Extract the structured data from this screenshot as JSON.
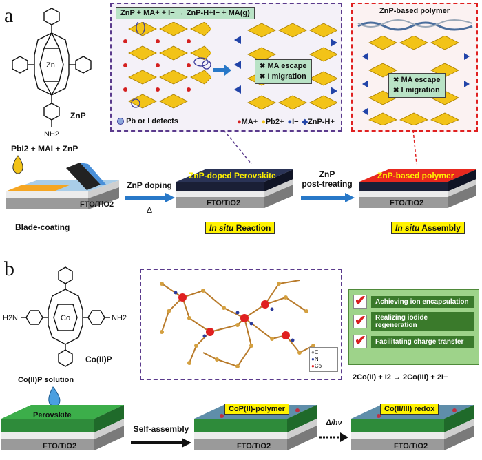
{
  "panel_a": {
    "letter": "a",
    "zn_molecule_label": "ZnP",
    "zn_center": "Zn",
    "amine_label": "NH2",
    "reaction_eq": "ZnP + MA+ + I− → ZnP-H+I− + MA(g)",
    "defects_legend": "Pb or I defects",
    "species_legend": [
      "MA+",
      "Pb2+",
      "I−",
      "ZnP-H+"
    ],
    "escape_items": [
      "MA escape",
      "I migration"
    ],
    "polymer_title": "ZnP-based polymer",
    "precursor_label": "PbI2 + MAI + ZnP",
    "substrate_label": "FTO/TiO2",
    "step1_arrow": "ZnP doping",
    "step1_delta": "Δ",
    "step2_arrow_line1": "ZnP",
    "step2_arrow_line2": "post-treating",
    "film2_label": "ZnP-doped Perovskite",
    "film3_label": "ZnP-based polymer",
    "caption1": "Blade-coating",
    "caption2_italic": "In situ",
    "caption2_rest": "Reaction",
    "caption3_italic": "In situ",
    "caption3_rest": "Assembly"
  },
  "panel_b": {
    "letter": "b",
    "co_center": "Co",
    "amine_left": "H2N",
    "amine_right": "NH2",
    "co_molecule_label": "Co(II)P",
    "solution_label": "Co(II)P solution",
    "perovskite_label": "Perovskite",
    "substrate_label": "FTO/TiO2",
    "self_assembly": "Self-assembly",
    "light_label": "Δ/hν",
    "film2_label": "CoP(II)-polymer",
    "film3_label": "Co(II/III) redox",
    "redox_eq": "2Co(II) + I2 → 2Co(III) + 2I−",
    "benefits": [
      "Achieving ion encapsulation",
      "Realizing iodide regeneration",
      "Facilitating charge transfer"
    ],
    "atom_legend": [
      "C",
      "N",
      "Co"
    ]
  },
  "colors": {
    "perovskite_dark": "#1a1f36",
    "polymer_red": "#e8281e",
    "substrate_green": "#2e9b3e",
    "arrow_blue": "#2878c8",
    "highlight_yellow": "#fff200",
    "dashed_purple": "#5a3a8c",
    "dashed_red": "#e02020"
  }
}
